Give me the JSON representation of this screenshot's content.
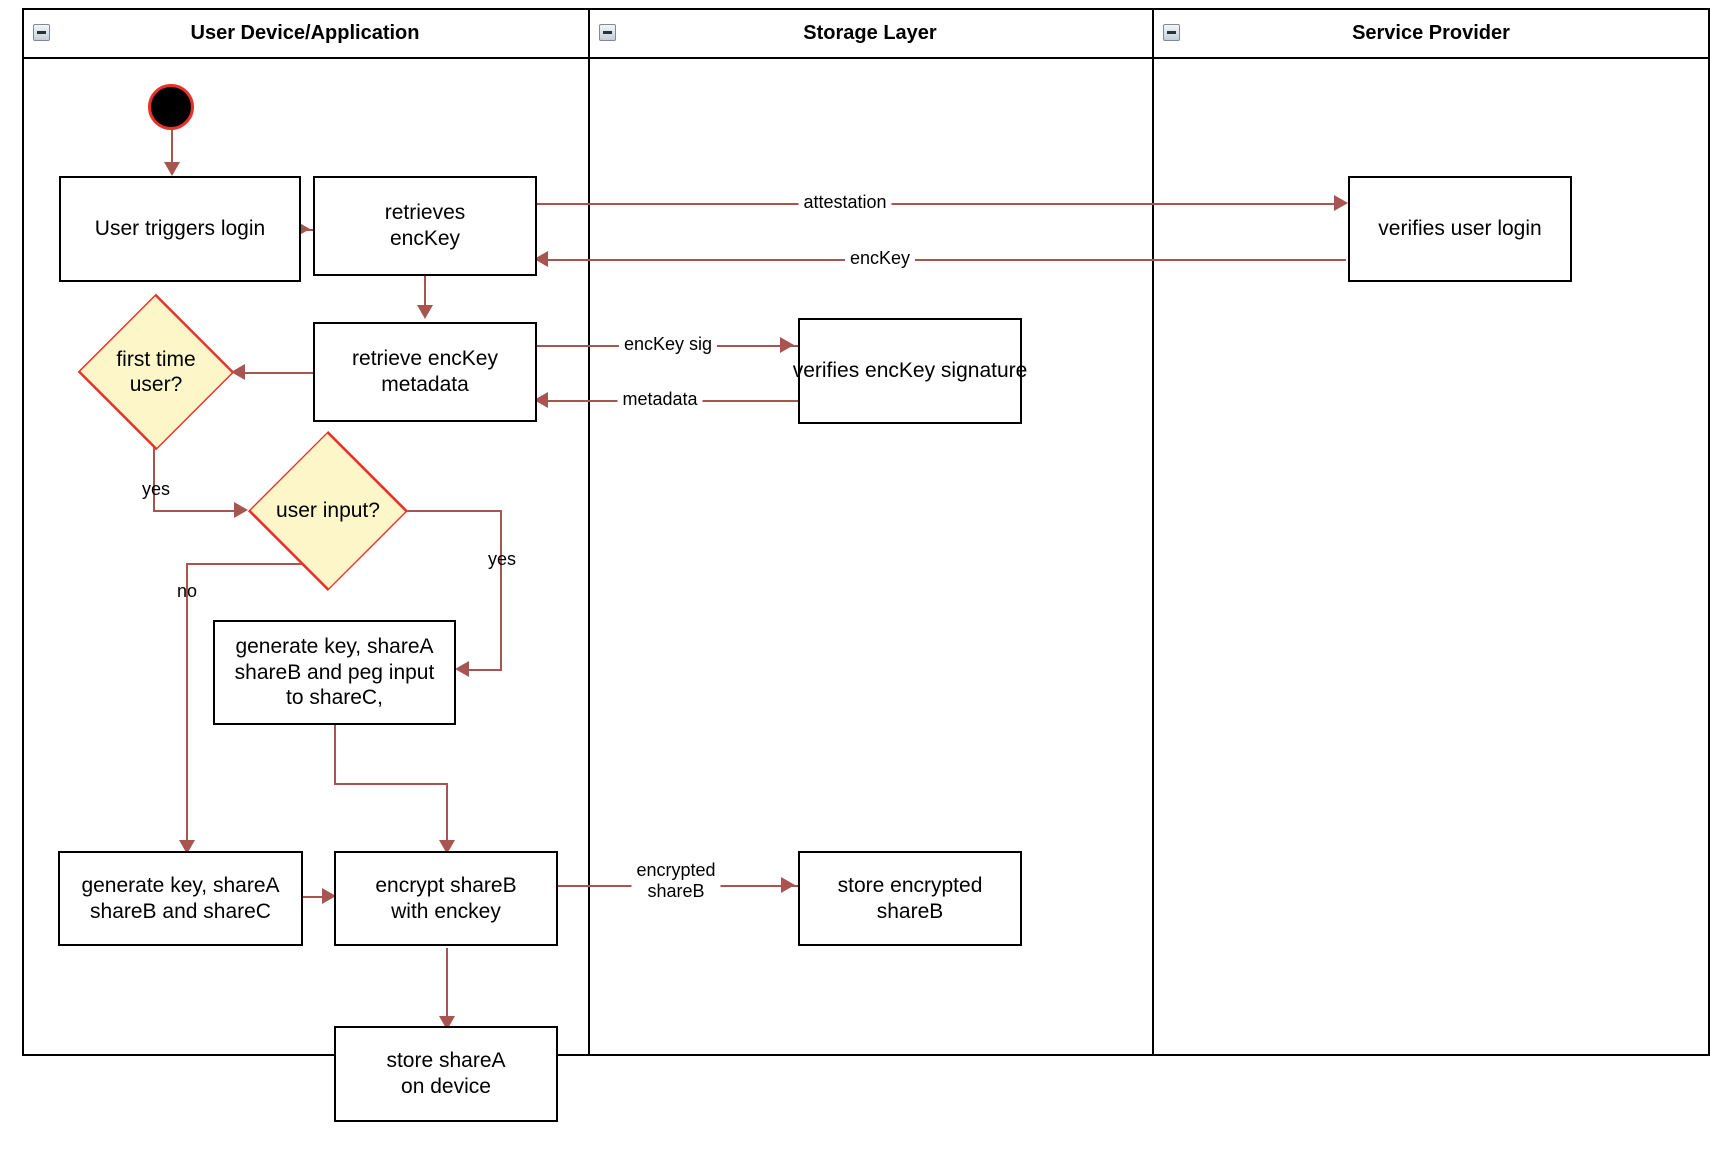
{
  "diagram": {
    "type": "uml-activity-swimlane",
    "title": "Login / key-share provisioning activity diagram",
    "accent_colors": {
      "connector": "#a85450",
      "decision_fill": "#fdf6c8",
      "decision_stroke": "#e8312a",
      "node_stroke": "#000000",
      "node_fill": "#ffffff",
      "start_fill": "#000000",
      "start_stroke": "#e8312a"
    }
  },
  "lanes": [
    {
      "id": "user-device",
      "title": "User Device/Application",
      "collapse_icon": "collapse-minus-icon"
    },
    {
      "id": "storage-layer",
      "title": "Storage Layer",
      "collapse_icon": "collapse-minus-icon"
    },
    {
      "id": "service-provider",
      "title": "Service Provider",
      "collapse_icon": "collapse-minus-icon"
    }
  ],
  "nodes": [
    {
      "id": "start",
      "kind": "initial-node",
      "lane": "user-device",
      "label": ""
    },
    {
      "id": "user-triggers-login",
      "kind": "action",
      "lane": "user-device",
      "label": "User triggers login"
    },
    {
      "id": "retrieves-enckey",
      "kind": "action",
      "lane": "user-device",
      "label": "retrieves\nencKey"
    },
    {
      "id": "retrieve-enckey-metadata",
      "kind": "action",
      "lane": "user-device",
      "label": "retrieve encKey\nmetadata"
    },
    {
      "id": "first-time-user",
      "kind": "decision",
      "lane": "user-device",
      "label": "first time\nuser?"
    },
    {
      "id": "user-input",
      "kind": "decision",
      "lane": "user-device",
      "label": "user input?"
    },
    {
      "id": "generate-peg-input",
      "kind": "action",
      "lane": "user-device",
      "label": "generate key, shareA\nshareB and peg input\nto shareC,"
    },
    {
      "id": "generate-abc",
      "kind": "action",
      "lane": "user-device",
      "label": "generate key, shareA\nshareB and shareC"
    },
    {
      "id": "encrypt-shareb",
      "kind": "action",
      "lane": "user-device",
      "label": "encrypt shareB\nwith enckey"
    },
    {
      "id": "store-sharea-device",
      "kind": "action",
      "lane": "user-device",
      "label": "store shareA\non device"
    },
    {
      "id": "verifies-enckey-signature",
      "kind": "action",
      "lane": "storage-layer",
      "label": "verifies encKey signature"
    },
    {
      "id": "store-encrypted-shareb",
      "kind": "action",
      "lane": "storage-layer",
      "label": "store encrypted\nshareB"
    },
    {
      "id": "verifies-user-login",
      "kind": "action",
      "lane": "service-provider",
      "label": "verifies user login"
    }
  ],
  "edges": [
    {
      "id": "e-start-login",
      "from": "start",
      "to": "user-triggers-login",
      "label": ""
    },
    {
      "id": "e-login-retrieves",
      "from": "user-triggers-login",
      "to": "retrieves-enckey",
      "label": ""
    },
    {
      "id": "e-attestation",
      "from": "retrieves-enckey",
      "to": "verifies-user-login",
      "label": "attestation"
    },
    {
      "id": "e-enckey-back",
      "from": "verifies-user-login",
      "to": "retrieves-enckey",
      "label": "encKey"
    },
    {
      "id": "e-retrieves-metadata",
      "from": "retrieves-enckey",
      "to": "retrieve-enckey-metadata",
      "label": ""
    },
    {
      "id": "e-enckey-sig",
      "from": "retrieve-enckey-metadata",
      "to": "verifies-enckey-signature",
      "label": "encKey sig"
    },
    {
      "id": "e-metadata-back",
      "from": "verifies-enckey-signature",
      "to": "retrieve-enckey-metadata",
      "label": "metadata"
    },
    {
      "id": "e-metadata-firsttime",
      "from": "retrieve-enckey-metadata",
      "to": "first-time-user",
      "label": ""
    },
    {
      "id": "e-firsttime-yes",
      "from": "first-time-user",
      "to": "user-input",
      "label": "yes"
    },
    {
      "id": "e-userinput-yes",
      "from": "user-input",
      "to": "generate-peg-input",
      "label": "yes"
    },
    {
      "id": "e-userinput-no",
      "from": "user-input",
      "to": "generate-abc",
      "label": "no"
    },
    {
      "id": "e-peg-encrypt",
      "from": "generate-peg-input",
      "to": "encrypt-shareb",
      "label": ""
    },
    {
      "id": "e-abc-encrypt",
      "from": "generate-abc",
      "to": "encrypt-shareb",
      "label": ""
    },
    {
      "id": "e-encrypted-shareb",
      "from": "encrypt-shareb",
      "to": "store-encrypted-shareb",
      "label": "encrypted\nshareB"
    },
    {
      "id": "e-encrypt-store-sharea",
      "from": "encrypt-shareb",
      "to": "store-sharea-device",
      "label": ""
    }
  ],
  "edge_labels": {
    "attestation": "attestation",
    "enckey": "encKey",
    "enckey_sig": "encKey sig",
    "metadata": "metadata",
    "yes_first_time": "yes",
    "yes_user_input": "yes",
    "no_user_input": "no",
    "encrypted_shareb": "encrypted\nshareB"
  }
}
